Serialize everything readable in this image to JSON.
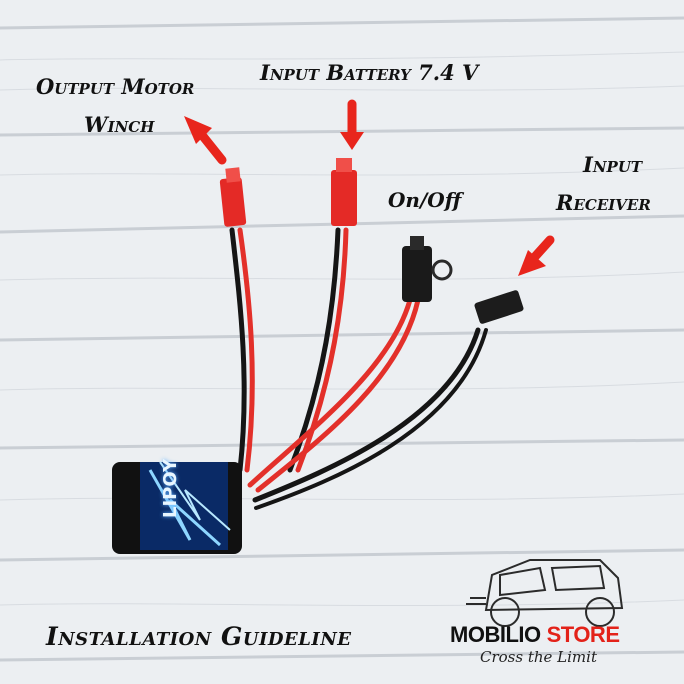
{
  "labels": {
    "output_line1": "Output Motor",
    "output_line2": "Winch",
    "battery": "Input Battery 7.4 V",
    "onoff": "On/Off",
    "receiver_line1": "Input",
    "receiver_line2": "Receiver",
    "guideline": "Installation Guideline"
  },
  "brand": {
    "name_part1": "MOBILIO",
    "name_part2": "STORE",
    "tagline": "Cross the Limit",
    "accent_color": "#e32219"
  },
  "device": {
    "module_print": "LIPOY"
  },
  "colors": {
    "background": "#e9ecef",
    "arrow": "#e8251c",
    "wire_red": "#e3302a",
    "wire_black": "#151515",
    "connector_red": "#e42a26"
  }
}
